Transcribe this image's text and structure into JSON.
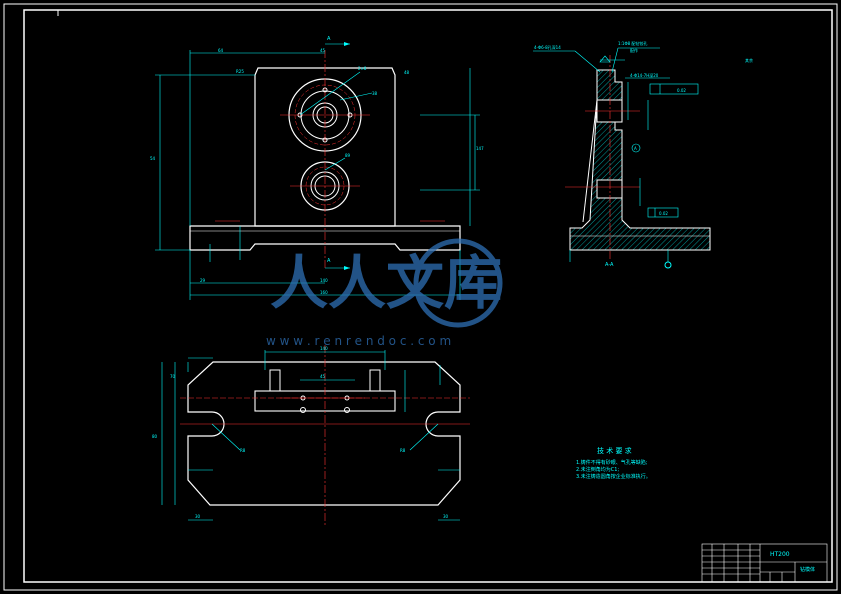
{
  "drawing": {
    "watermark": {
      "text": "人人文库",
      "url": "w w w . r e n r e n d o c . c o m"
    },
    "front_view": {
      "section_marks": [
        "A",
        "A"
      ],
      "dims_text": [
        "64",
        "45",
        "R25",
        "2×8",
        "48",
        "38",
        "89",
        "54",
        "140",
        "29",
        "160",
        "147"
      ]
    },
    "section_view": {
      "labels": [
        "4-Φ6-8孔深14",
        "1:1Φ8 配钻铰孔",
        "配作",
        "4-Φ14-7H深20"
      ],
      "tolerances": [
        "0.02",
        "0.02"
      ],
      "datum": "A",
      "section_label": "A-A",
      "roughness_note": "其余"
    },
    "top_view": {
      "dims_text": [
        "140",
        "R8",
        "R8",
        "80",
        "45",
        "30",
        "70",
        "30"
      ]
    },
    "notes": {
      "title": "技 术 要 求",
      "items": [
        "1.铸件不得有砂眼、气孔等缺陷;",
        "2.未注倒角均为C1;",
        "3.未注铸造圆角按企业标准执行。"
      ]
    },
    "title_block": {
      "material": "HT200",
      "part_name": "钻模体"
    }
  },
  "colors": {
    "background": "#000000",
    "outline": "#ffffff",
    "dimension": "#00ffff",
    "center": "#ff3333",
    "hatch": "#00ffff",
    "watermark": "#2e6fb4"
  }
}
